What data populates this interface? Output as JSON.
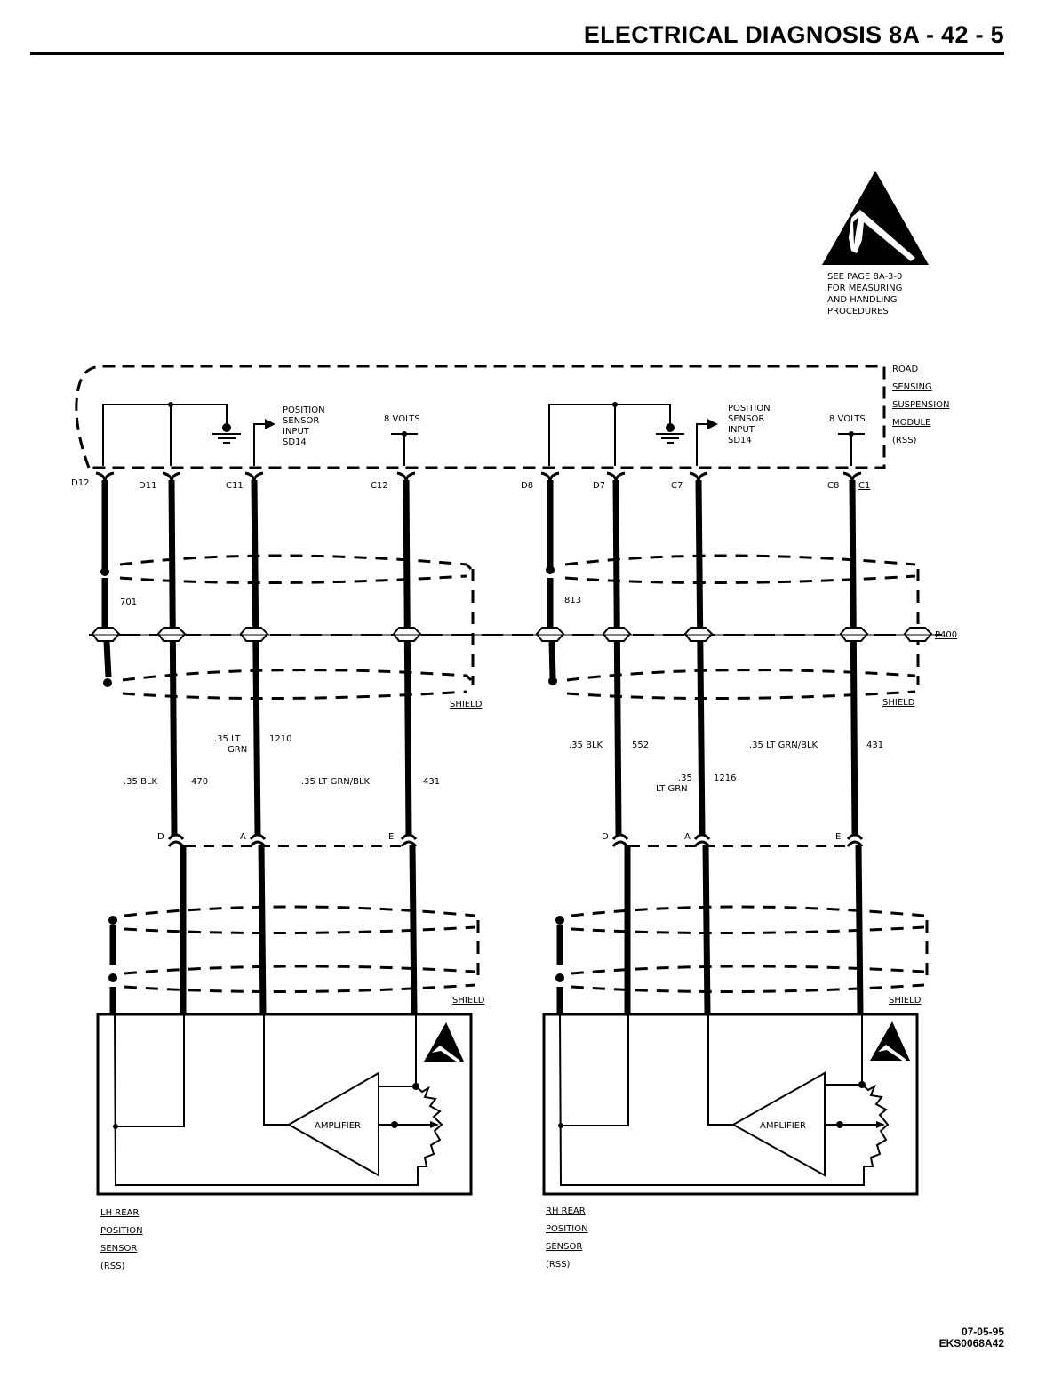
{
  "header": {
    "title": "ELECTRICAL DIAGNOSIS 8A - 42 - 5"
  },
  "esd_notice": {
    "icon": "esd-warning-hand-triangle-icon",
    "lines": [
      "SEE PAGE 8A-3-0",
      "FOR MEASURING",
      "AND HANDLING",
      "PROCEDURES"
    ]
  },
  "module": {
    "name_lines": [
      "ROAD",
      "SENSING",
      "SUSPENSION",
      "MODULE",
      "(RSS)"
    ]
  },
  "left_circuit": {
    "signal_label": [
      "POSITION",
      "SENSOR",
      "INPUT",
      "SD14"
    ],
    "volts_label": "8 VOLTS",
    "module_pins": [
      "D12",
      "D11",
      "C11",
      "C12"
    ],
    "shield_wire_number": "701",
    "shield_label": "SHIELD",
    "wires": [
      {
        "color": ".35 BLK",
        "circuit": "470"
      },
      {
        "color_lines": [
          ".35 LT",
          "GRN"
        ],
        "circuit": "1210"
      },
      {
        "color": ".35 LT GRN/BLK",
        "circuit": "431"
      }
    ],
    "sensor_pins": [
      "D",
      "A",
      "E"
    ],
    "lower_shield_label": "SHIELD",
    "amplifier_label": "AMPLIFIER",
    "component_lines": [
      "LH REAR",
      "POSITION",
      "SENSOR",
      "(RSS)"
    ]
  },
  "right_circuit": {
    "signal_label": [
      "POSITION",
      "SENSOR",
      "INPUT",
      "SD14"
    ],
    "volts_label": "8 VOLTS",
    "module_pins": [
      "D8",
      "D7",
      "C7",
      "C8"
    ],
    "connector_ref": "C1",
    "shield_wire_number": "813",
    "shield_label": "SHIELD",
    "inline_connector": "P400",
    "wires": [
      {
        "color": ".35 BLK",
        "circuit": "552"
      },
      {
        "color_lines": [
          ".35",
          "LT GRN"
        ],
        "circuit": "1216"
      },
      {
        "color": ".35 LT GRN/BLK",
        "circuit": "431"
      }
    ],
    "sensor_pins": [
      "D",
      "A",
      "E"
    ],
    "lower_shield_label": "SHIELD",
    "amplifier_label": "AMPLIFIER",
    "component_lines": [
      "RH REAR",
      "POSITION",
      "SENSOR",
      "(RSS)"
    ]
  },
  "footer": {
    "date": "07-05-95",
    "code": "EKS0068A42"
  },
  "colors": {
    "ink": "#000000",
    "paper": "#ffffff"
  }
}
